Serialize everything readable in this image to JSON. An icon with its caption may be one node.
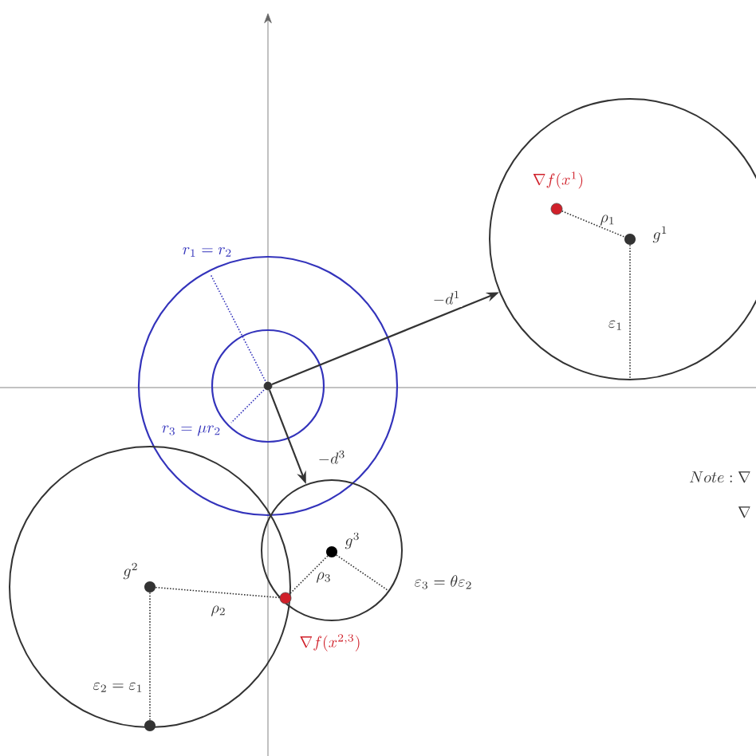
{
  "diagram": {
    "nodes": [
      {
        "text": [],
        "shape": "circle"
      },
      {
        "text": [],
        "shape": "circle"
      },
      {
        "text": [],
        "shape": "circle"
      }
    ],
    "edges": [
      {
        "from": 0,
        "to": 1,
        "arrow": "to",
        "label": "-d^1"
      },
      {
        "from": 0,
        "to": 2,
        "arrow": "to",
        "label": "-d^3"
      }
    ],
    "labels": [
      "\\nabla f(x^1)",
      "\\rho_1",
      "g^1",
      "r_1 = r_2",
      "\\varepsilon_1",
      "r_3 = \\mu r_2",
      "Note : \\nabla",
      "g^3",
      "\\nabla",
      "g^2",
      "\\rho_3",
      "\\varepsilon_3 = \\theta\\varepsilon_2",
      "\\rho_2",
      "\\nabla f(x^{2,3})",
      "\\varepsilon_2 = \\varepsilon_1"
    ]
  }
}
